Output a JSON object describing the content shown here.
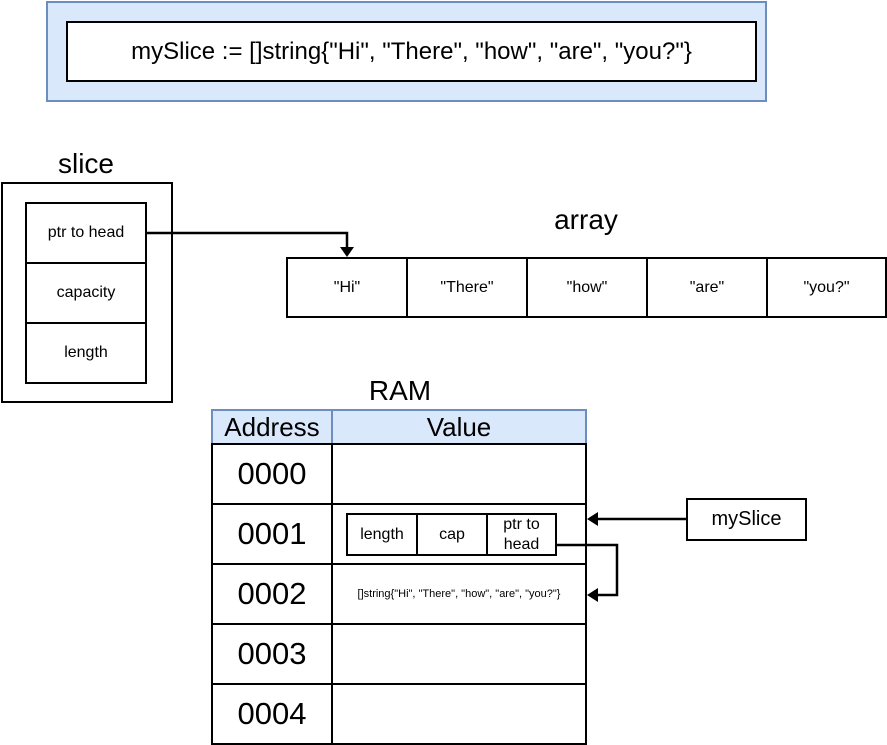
{
  "code": {
    "text": "mySlice := []string{\"Hi\", \"There\", \"how\", \"are\", \"you?\"}"
  },
  "slice": {
    "title": "slice",
    "fields": [
      "ptr to head",
      "capacity",
      "length"
    ]
  },
  "array": {
    "title": "array",
    "items": [
      "\"Hi\"",
      "\"There\"",
      "\"how\"",
      "\"are\"",
      "\"you?\""
    ]
  },
  "ram": {
    "title": "RAM",
    "headers": {
      "address": "Address",
      "value": "Value"
    },
    "rows": [
      {
        "address": "0000",
        "value": ""
      },
      {
        "address": "0001",
        "value": ""
      },
      {
        "address": "0002",
        "value": "[]string{\"Hi\", \"There\", \"how\", \"are\", \"you?\"}"
      },
      {
        "address": "0003",
        "value": ""
      },
      {
        "address": "0004",
        "value": ""
      }
    ],
    "slice_header_fields": [
      "length",
      "cap",
      "ptr to head"
    ]
  },
  "variable": {
    "name": "mySlice"
  }
}
